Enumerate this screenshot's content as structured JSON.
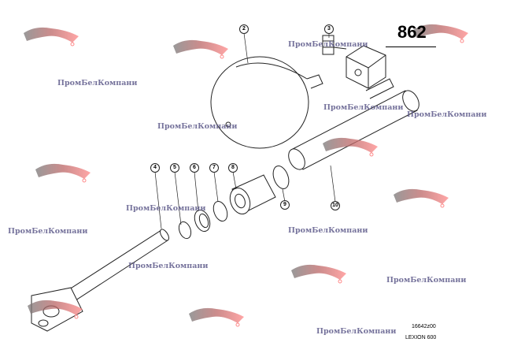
{
  "diagram": {
    "title": "862",
    "drawing_number": "16642z00",
    "model": "LEXION 600",
    "callouts": [
      "2",
      "3",
      "4",
      "5",
      "6",
      "7",
      "8",
      "9",
      "10"
    ],
    "watermark_text": "ПромБелКомпани",
    "watermark_logo": "ПромБелКомпани"
  }
}
